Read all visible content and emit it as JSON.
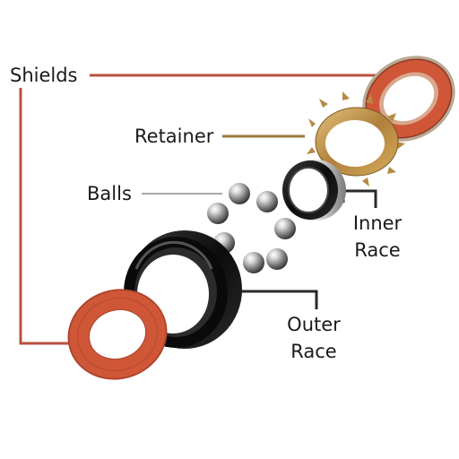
{
  "diagram": {
    "labels": {
      "shields": "Shields",
      "retainer": "Retainer",
      "balls": "Balls",
      "inner_race_line1": "Inner",
      "inner_race_line2": "Race",
      "outer_race_line1": "Outer",
      "outer_race_line2": "Race"
    },
    "colors": {
      "shields_leader": "#b8523f",
      "retainer_leader": "#9a7a3a",
      "balls_leader": "#a9a9a9",
      "race_leader": "#2a2a2a",
      "shield_seal": "#cf5637",
      "shield_metal": "#b9a892",
      "retainer_gold": "#c99a4a",
      "race_black": "#151515",
      "ball_steel": "#9a9a9a"
    }
  }
}
